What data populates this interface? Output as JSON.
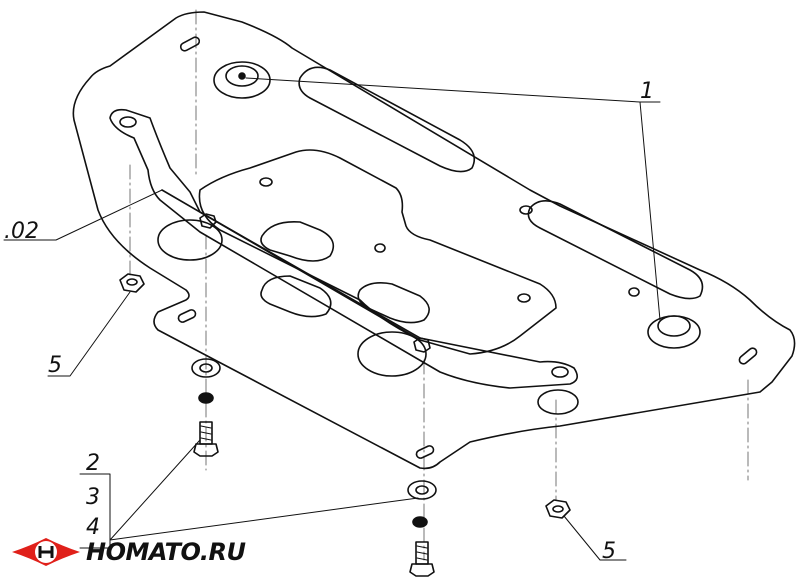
{
  "callouts": {
    "c1": "1",
    "c02": ".02",
    "c5_left": "5",
    "c2": "2",
    "c3": "3",
    "c4": "4",
    "c5_bottom": "5"
  },
  "brand": {
    "name": "HOMATO.RU",
    "logo_icon": "homato-logo-icon",
    "accent_color": "#e0201a"
  }
}
